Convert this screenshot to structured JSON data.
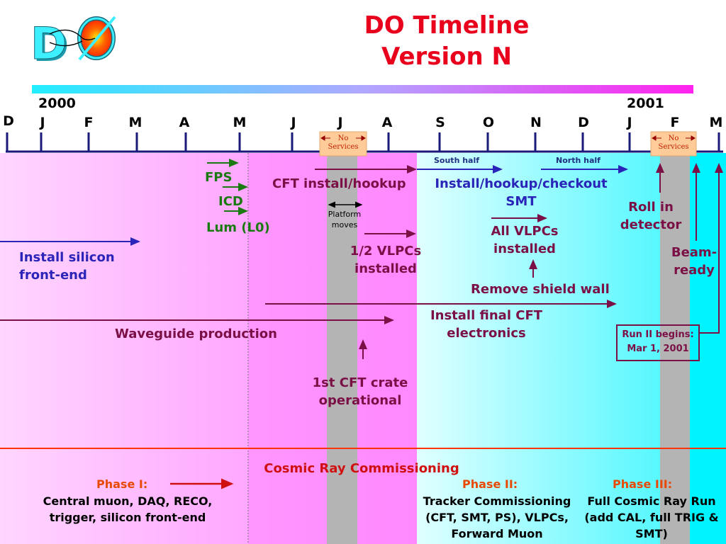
{
  "header": {
    "logo_text": "DØ",
    "title_line1": "DO Timeline",
    "title_line2": "Version N"
  },
  "timeline": {
    "year_start": "2000",
    "year_end": "2001",
    "months": [
      "D",
      "J",
      "F",
      "M",
      "A",
      "M",
      "J",
      "J",
      "A",
      "S",
      "O",
      "N",
      "D",
      "J",
      "F",
      "M"
    ]
  },
  "colors": {
    "pink": "#ff99ff",
    "cyan": "#00ffff",
    "maroon": "#7a1045",
    "blue": "#2a24b8",
    "green": "#1a7a10",
    "red": "#d01010",
    "timeline_axis": "#1a1a7a",
    "phase_separator": "#ff3300"
  },
  "no_services": [
    "No\nServices",
    "No\nServices"
  ],
  "labels": {
    "fps": "FPS",
    "icd": "ICD",
    "lum": "Lum (L0)",
    "install_silicon": "Install silicon front-end",
    "cft_install": "CFT install/hookup",
    "platform_moves": "Platform moves",
    "half_vlpcs": "1/2 VLPCs installed",
    "south_half": "South half",
    "north_half": "North half",
    "install_smt": "Install/hookup/checkout SMT",
    "all_vlpcs": "All VLPCs installed",
    "roll_in": "Roll in detector",
    "beam_ready": "Beam-ready",
    "remove_shield": "Remove shield wall",
    "install_final_cft": "Install final CFT electronics",
    "waveguide": "Waveguide production",
    "run2": "Run II begins: Mar 1, 2001",
    "first_cft_crate": "1st CFT crate operational"
  },
  "phases": {
    "heading": "Cosmic Ray Commissioning",
    "phase1_title": "Phase I:",
    "phase1_text": "Central muon, DAQ, RECO, trigger, silicon front-end",
    "phase2_title": "Phase II:",
    "phase2_text": "Tracker Commissioning (CFT, SMT, PS), VLPCs, Forward Muon",
    "phase3_title": "Phase III:",
    "phase3_text": "Full Cosmic Ray Run (add CAL, full TRIG & SMT)"
  }
}
